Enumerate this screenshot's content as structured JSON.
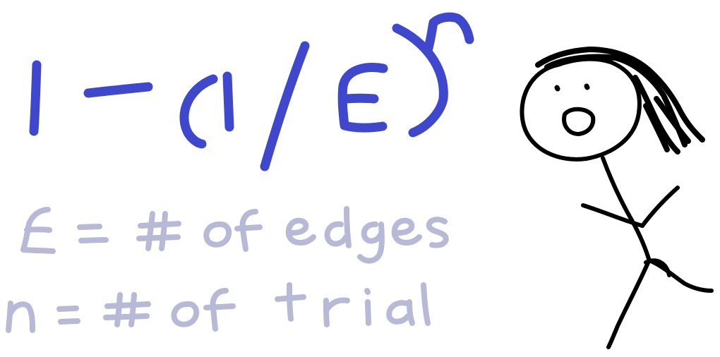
{
  "formula": {
    "text": "1-(1/E)^n"
  },
  "definitions": [
    {
      "text": "E = # of edges"
    },
    {
      "text": "n = # of trial"
    }
  ],
  "colors": {
    "formula": "#3f48cc",
    "definitions": "#b7b9d6",
    "figure": "#000000",
    "background": "#ffffff"
  },
  "figure": {
    "icon": "stick-figure-person"
  }
}
